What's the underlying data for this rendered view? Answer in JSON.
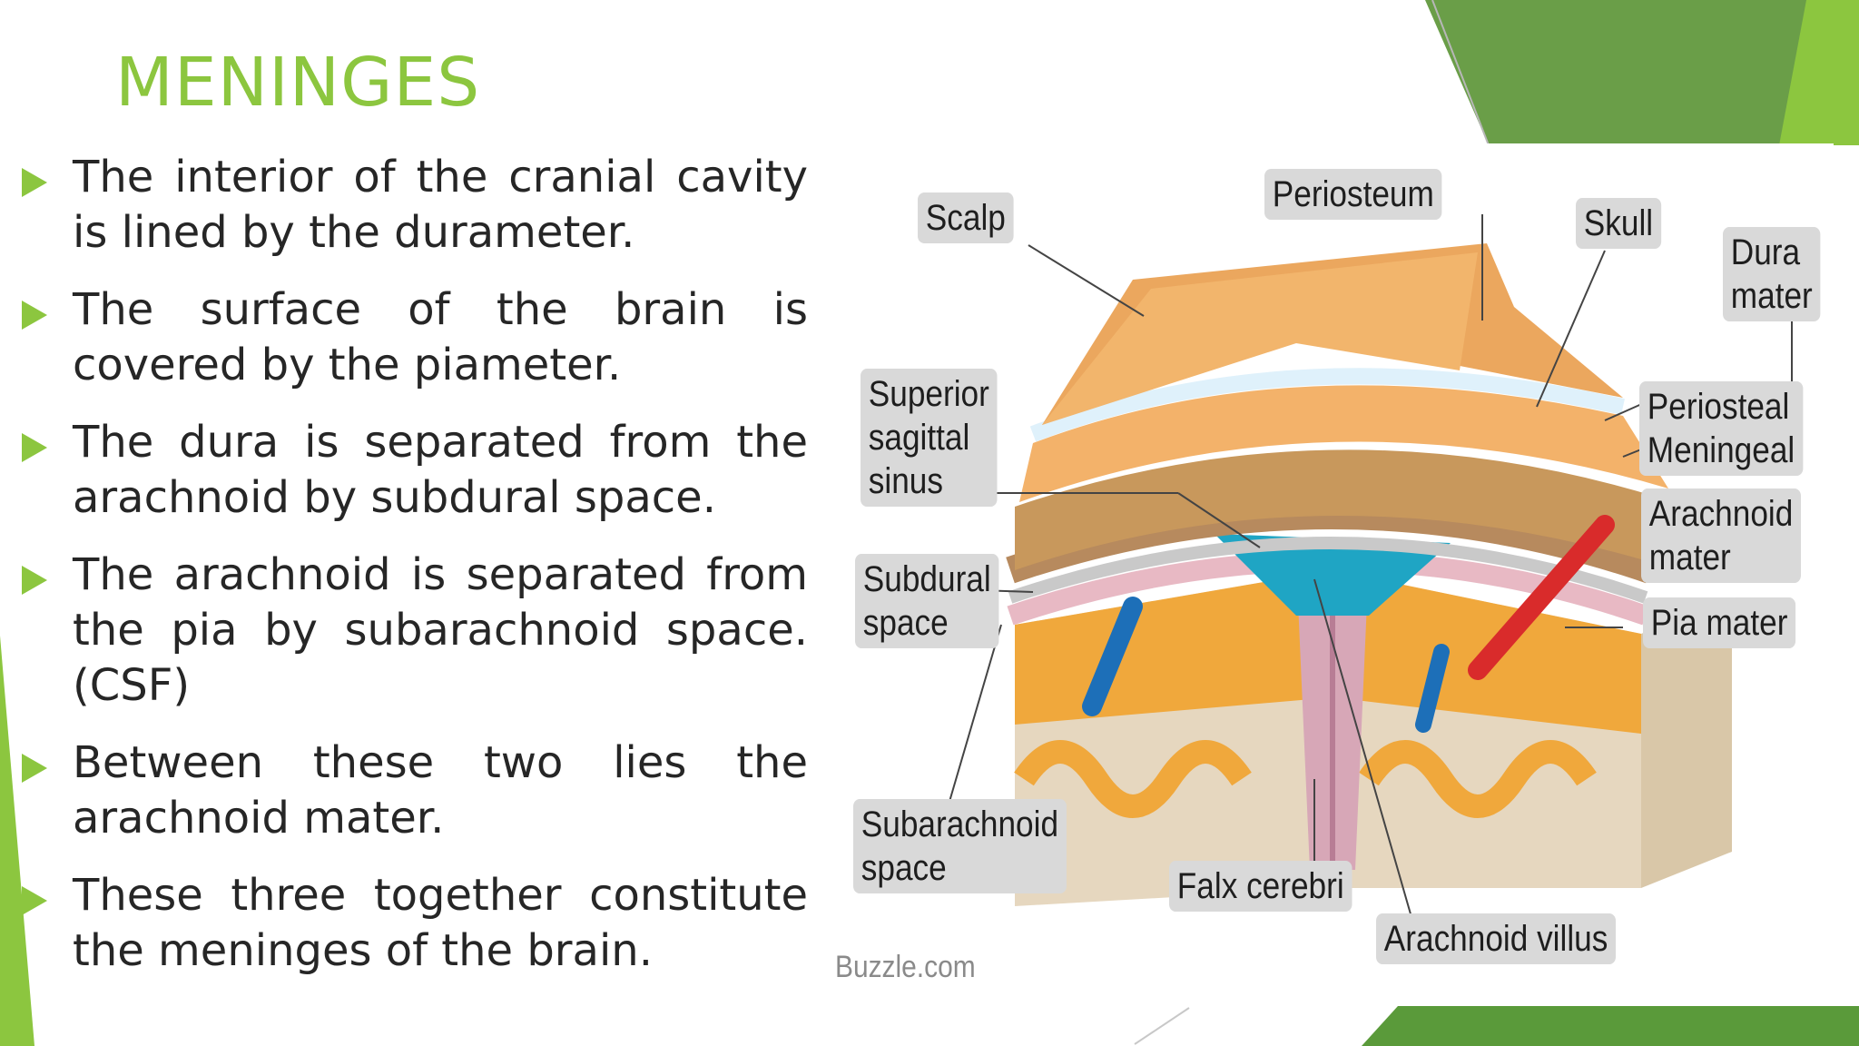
{
  "slide": {
    "title": "MENINGES",
    "colors": {
      "accent": "#8cc63f",
      "dark_green": "#5a9a3a",
      "text": "#262626"
    },
    "bullet_icon": "triangle-bullet-icon",
    "bullets": [
      "The interior of the cranial cavity is lined by the durameter.",
      "The surface of the brain is covered by the piameter.",
      "The dura is separated from the arachnoid by subdural space.",
      "The arachnoid is separated from the pia by subarachnoid space. (CSF)",
      "Between these two lies the arachnoid mater.",
      "These three together constitute the meninges of the brain."
    ]
  },
  "figure": {
    "labels": {
      "scalp": "Scalp",
      "periosteum": "Periosteum",
      "skull": "Skull",
      "dura_line1": "Dura",
      "dura_line2": "mater",
      "superior_line1": "Superior",
      "superior_line2": "sagittal",
      "superior_line3": "sinus",
      "periosteal": "Periosteal",
      "meningeal": "Meningeal",
      "arachnoid_line1": "Arachnoid",
      "arachnoid_line2": "mater",
      "subdural_line1": "Subdural",
      "subdural_line2": "space",
      "pia_mater": "Pia mater",
      "subarachnoid_line1": "Subarachnoid",
      "subarachnoid_line2": "space",
      "falx_cerebri": "Falx cerebri",
      "arachnoid_villus": "Arachnoid villus"
    },
    "credit": "Buzzle.com"
  }
}
